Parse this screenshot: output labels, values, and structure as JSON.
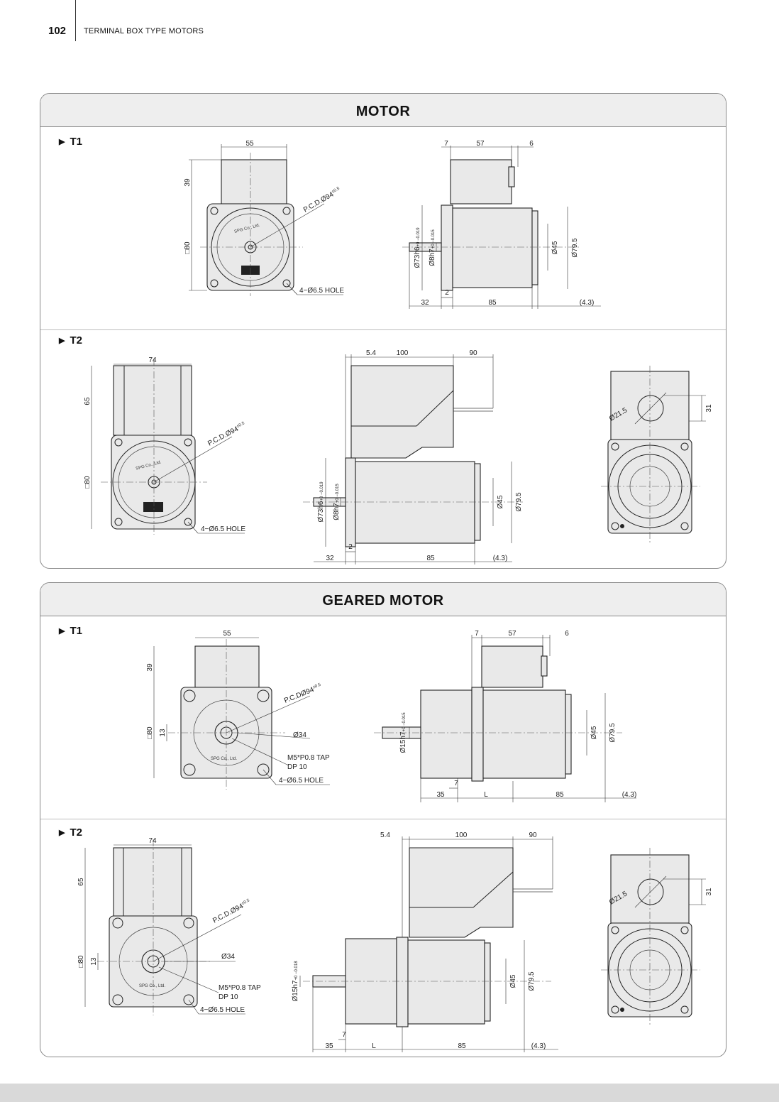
{
  "header": {
    "page_number": "102",
    "title": "TERMINAL  BOX TYPE MOTORS"
  },
  "motor": {
    "title": "MOTOR",
    "t1": {
      "label": "T1",
      "front": {
        "width": "55",
        "box_height": "39",
        "square": "□80",
        "pcd": "P.C.D.Ø94",
        "pcd_tol": "±0.5",
        "hole": "4−Ø6.5 HOLE",
        "brand": "SPG Co., Ltd."
      },
      "side": {
        "d1": "7",
        "d2": "57",
        "d3": "6",
        "flange_dia": "Ø73h6",
        "flange_tol": "+0 −0.019",
        "shaft_dia": "Ø8h7",
        "shaft_tol": "+0 −0.015",
        "d45": "Ø45",
        "d795": "Ø79.5",
        "d2mm": "2",
        "d32": "32",
        "d85": "85",
        "d43": "(4.3)"
      }
    },
    "t2": {
      "label": "T2",
      "front": {
        "width": "74",
        "box_height": "65",
        "square": "□80",
        "pcd": "P.C.D.Ø94",
        "pcd_tol": "±0.5",
        "hole": "4−Ø6.5 HOLE",
        "brand": "SPG Co., Ltd."
      },
      "side": {
        "d54": "5.4",
        "d100": "100",
        "d90": "90",
        "flange_dia": "Ø73h6",
        "flange_tol": "+0 −0.019",
        "shaft_dia": "Ø8h7",
        "shaft_tol": "+0 −0.015",
        "d45": "Ø45",
        "d795": "Ø79.5",
        "d2mm": "2",
        "d32": "32",
        "d85": "85",
        "d43": "(4.3)"
      },
      "rear": {
        "d215": "Ø21.5",
        "d31": "31"
      }
    }
  },
  "geared": {
    "title": "GEARED MOTOR",
    "t1": {
      "label": "T1",
      "front": {
        "width": "55",
        "box_height": "39",
        "square": "□80",
        "d13": "13",
        "pcd": "P.C.DØ94",
        "pcd_tol": "±0.5",
        "d34": "Ø34",
        "tap": "M5*P0.8 TAP",
        "dp": "DP 10",
        "hole": "4−Ø6.5 HOLE",
        "brand": "SPG Co., Ltd."
      },
      "side": {
        "d7": "7",
        "d57": "57",
        "d6": "6",
        "shaft_dia": "Ø15h7",
        "shaft_tol": "+0 −0.015",
        "d45": "Ø45",
        "d795": "Ø79.5",
        "d7b": "7",
        "d35": "35",
        "dL": "L",
        "d85": "85",
        "d43": "(4.3)"
      }
    },
    "t2": {
      "label": "T2",
      "front": {
        "width": "74",
        "box_height": "65",
        "square": "□80",
        "d13": "13",
        "pcd": "P.C.D.Ø94",
        "pcd_tol": "±0.5",
        "d34": "Ø34",
        "tap": "M5*P0.8 TAP",
        "dp": "DP 10",
        "hole": "4−Ø6.5 HOLE",
        "brand": "SPG Co., Ltd."
      },
      "side": {
        "d54": "5.4",
        "d100": "100",
        "d90": "90",
        "shaft_dia": "Ø15h7",
        "shaft_tol": "+0 −0.018",
        "d45": "Ø45",
        "d795": "Ø79.5",
        "d7b": "7",
        "d35": "35",
        "dL": "L",
        "d85": "85",
        "d43": "(4.3)"
      },
      "rear": {
        "d215": "Ø21.5",
        "d31": "31"
      }
    }
  }
}
